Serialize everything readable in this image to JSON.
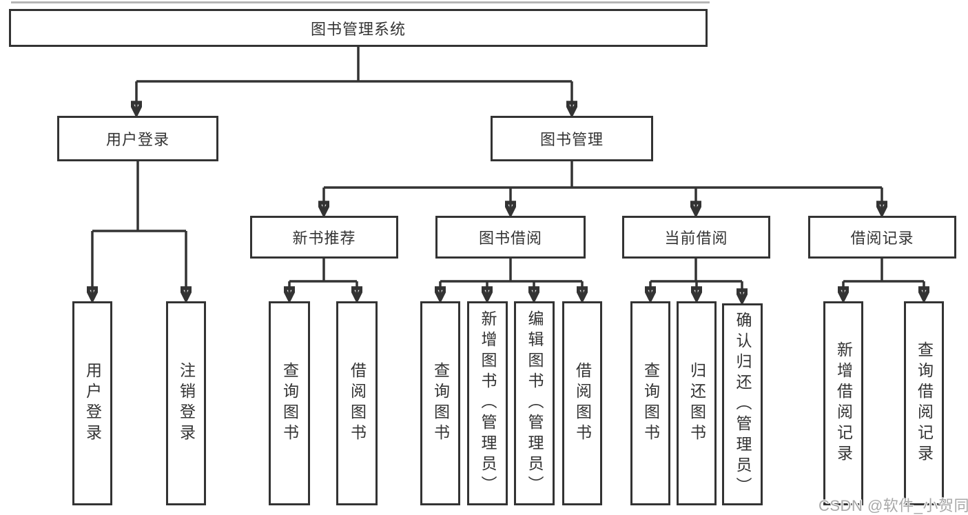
{
  "colors": {
    "line": "#333333",
    "text": "#333333",
    "box_background": "#ffffff",
    "page_background": "#ffffff",
    "top_rule": "#b5b5b5",
    "watermark": "#a8a8a8"
  },
  "nodes": {
    "root": {
      "label": "图书管理系统"
    },
    "user_login": {
      "label": "用户登录"
    },
    "book_mgmt": {
      "label": "图书管理"
    },
    "new_book_rec": {
      "label": "新书推荐"
    },
    "book_borrow": {
      "label": "图书借阅"
    },
    "current_borrow": {
      "label": "当前借阅"
    },
    "borrow_records": {
      "label": "借阅记录"
    },
    "leaves": {
      "login": {
        "label": "用户登录"
      },
      "logout": {
        "label": "注销登录"
      },
      "nb_query": {
        "label": "查询图书"
      },
      "nb_borrow": {
        "label": "借阅图书"
      },
      "bb_query": {
        "label": "查询图书"
      },
      "bb_add": {
        "label": "新增图书（管理员）"
      },
      "bb_edit": {
        "label": "编辑图书（管理员）"
      },
      "bb_borrow": {
        "label": "借阅图书"
      },
      "cb_query": {
        "label": "查询图书"
      },
      "cb_return": {
        "label": "归还图书"
      },
      "cb_confirm": {
        "label": "确认归还（管理员）"
      },
      "br_add": {
        "label": "新增借阅记录"
      },
      "br_query": {
        "label": "查询借阅记录"
      }
    }
  },
  "watermark": {
    "text": "CSDN @软件_小贺同学"
  }
}
